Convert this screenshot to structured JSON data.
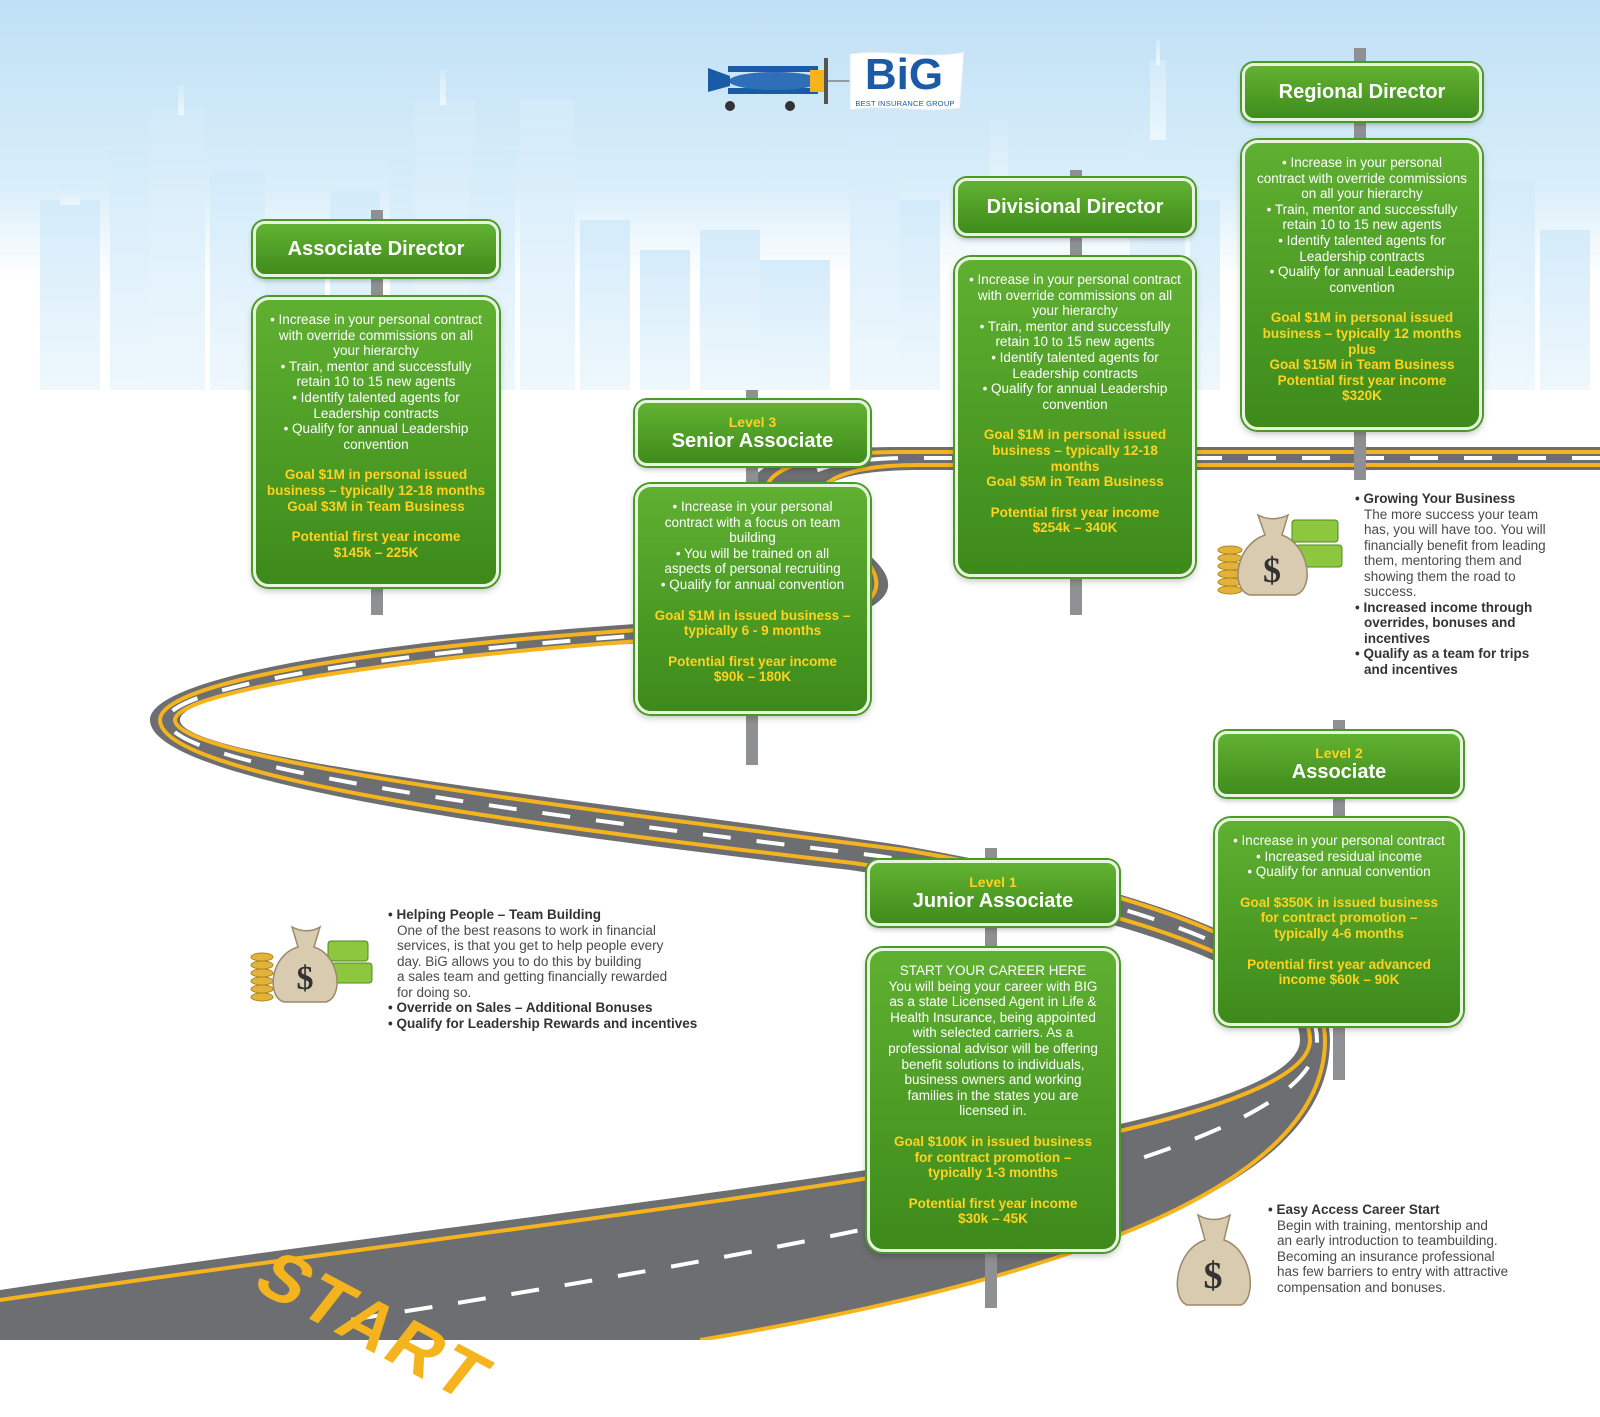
{
  "brand": {
    "logo_text": "BiG",
    "logo_subtitle": "BEST INSURANCE GROUP",
    "colors": {
      "blue": "#1b5aa6",
      "green": "#5ab333",
      "sign_green": "#4a9a26",
      "gold": "#ffd21f",
      "road": "#6d6e71",
      "stripe": "#f5b41e"
    }
  },
  "road": {
    "start_label": "START"
  },
  "signs": {
    "associate_director": {
      "title": "Associate Director",
      "bullets": [
        "• Increase in your personal contract",
        "with override commissions on all",
        "your hierarchy",
        "• Train, mentor and successfully",
        "retain 10 to 15 new agents",
        "• Identify talented agents for",
        "Leadership contracts",
        "• Qualify for annual Leadership",
        "convention"
      ],
      "goals": [
        "Goal $1M in personal issued",
        "business – typically 12-18 months",
        "Goal $3M in Team Business"
      ],
      "income": [
        "Potential first year income",
        "$145k – 225K"
      ]
    },
    "senior_associate": {
      "level": "Level 3",
      "title": "Senior Associate",
      "bullets": [
        "• Increase in your personal",
        "contract with a focus on team",
        "building",
        "• You will be trained on all",
        "aspects of personal recruiting",
        "• Qualify for annual convention"
      ],
      "goals": [
        "Goal $1M in issued business –",
        "typically 6 - 9 months"
      ],
      "income": [
        "Potential first year income",
        "$90k – 180K"
      ]
    },
    "divisional_director": {
      "title": "Divisional Director",
      "bullets": [
        "• Increase in your personal contract",
        "with override commissions on all",
        "your hierarchy",
        "• Train, mentor and successfully",
        "retain 10 to 15 new agents",
        "• Identify talented agents for",
        "Leadership contracts",
        "• Qualify for annual Leadership",
        "convention"
      ],
      "goals": [
        "Goal $1M in personal issued",
        "business – typically 12-18",
        "months",
        "Goal $5M in Team Business"
      ],
      "income": [
        "Potential first year income",
        "$254k – 340K"
      ]
    },
    "regional_director": {
      "title": "Regional Director",
      "bullets": [
        "• Increase in your personal",
        "contract with override commissions",
        "on all your hierarchy",
        "• Train, mentor and successfully",
        "retain 10 to 15 new agents",
        "• Identify talented agents for",
        "Leadership contracts",
        "• Qualify for annual Leadership",
        "convention"
      ],
      "goals": [
        "Goal $1M in personal issued",
        "business – typically 12 months",
        "plus",
        "Goal $15M in Team Business",
        "Potential first year income",
        "$320K"
      ]
    },
    "associate": {
      "level": "Level 2",
      "title": "Associate",
      "bullets": [
        "• Increase in your personal contract",
        "• Increased residual income",
        "• Qualify for annual convention"
      ],
      "goals": [
        "Goal $350K in issued business",
        "for contract promotion –",
        "typically 4-6 months"
      ],
      "income": [
        "Potential first year  advanced",
        "income $60k – 90K"
      ]
    },
    "junior_associate": {
      "level": "Level 1",
      "title": "Junior Associate",
      "bullets": [
        "START YOUR CAREER HERE",
        "You will being your career with BIG",
        "as a state Licensed Agent in Life &",
        "Health Insurance, being appointed",
        "with selected carriers. As a",
        "professional advisor will be offering",
        "benefit solutions to individuals,",
        "business owners and working",
        "families in the states you are",
        "licensed in."
      ],
      "goals": [
        "Goal $100K in issued business",
        "for contract promotion –",
        "typically 1-3 months"
      ],
      "income": [
        "Potential first year income",
        "$30k – 45K"
      ]
    }
  },
  "info_blocks": {
    "growing": {
      "h1": "• Growing Your Business",
      "t1": [
        "The more success your team",
        "has, you will have too. You will",
        "financially benefit from leading",
        "them, mentoring them and",
        "showing them the road to",
        "success."
      ],
      "h2": "• Increased income through",
      "t2": [
        "overrides, bonuses and",
        "incentives"
      ],
      "h3": "• Qualify as a team for trips",
      "t3": [
        "and incentives"
      ]
    },
    "helping": {
      "h1": "• Helping People – Team Building",
      "t1": [
        "One of the best reasons to work in financial",
        "services, is that you get to help people every",
        "day. BiG allows you to do this by building",
        "a sales team and getting financially rewarded",
        "for doing so."
      ],
      "h2": "• Override on Sales –  Additional Bonuses",
      "h3": "• Qualify for Leadership  Rewards and incentives"
    },
    "easy": {
      "h1": "• Easy Access Career Start",
      "t1": [
        "Begin with training, mentorship and",
        "an early introduction to teambuilding.",
        "Becoming an insurance professional",
        "has few barriers to entry with attractive",
        "compensation and bonuses."
      ]
    }
  },
  "icons": {
    "money_bag": "dollar-sign",
    "coins": "coin-stack",
    "plane": "biplane"
  }
}
